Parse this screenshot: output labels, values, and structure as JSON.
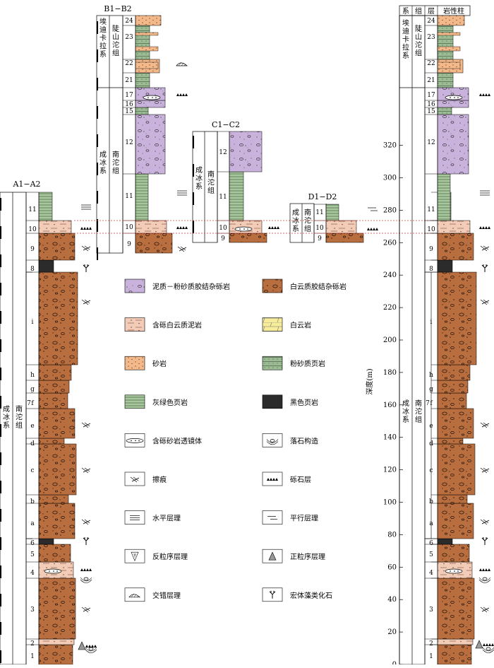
{
  "colors": {
    "dolomitic_conglomerate": "#b96e3f",
    "muddy_conglomerate": "#c9b3dc",
    "pebbly_marl": "#f3ccb8",
    "dolomite": "#f6ec9a",
    "sandstone": "#f4b98a",
    "silty_shale": "#9cbc94",
    "greygreen_shale": "#a7c79c",
    "black_shale": "#2b2b2b"
  },
  "sections": {
    "a": {
      "title": "A1−A2",
      "system": "成冰系",
      "formation": "南沱组",
      "bed_7": "7",
      "beds": [
        "1",
        "2",
        "3",
        "4",
        "5",
        "6",
        "a",
        "b",
        "c",
        "d",
        "e",
        "f",
        "g",
        "h",
        "i",
        "8",
        "9",
        "10",
        "11"
      ]
    },
    "b": {
      "title": "B1−B2",
      "system_upper": "埃迪卡拉系",
      "formation_upper": "陡山沱组",
      "system_lower": "成冰系",
      "formation_lower": "南沱组",
      "beds": [
        "9",
        "10",
        "11",
        "12",
        "15",
        "16",
        "17",
        "21",
        "22",
        "23",
        "24"
      ]
    },
    "c": {
      "title": "C1−C2",
      "system": "成冰系",
      "formation": "南沱组",
      "beds": [
        "9",
        "10",
        "11",
        "12"
      ]
    },
    "d": {
      "title": "D1−D2",
      "system": "成冰系",
      "formation": "南沱组",
      "beds": [
        "9",
        "10",
        "11"
      ]
    },
    "r": {
      "header_system": "系",
      "header_formation": "组",
      "header_bed": "层",
      "header_column": "岩性柱",
      "axis_label": "深度(m)",
      "system_upper": "埃迪卡拉系",
      "formation_upper": "陡山沱组",
      "system_lower": "成冰系",
      "formation_lower": "南沱组",
      "bed_7": "7",
      "ticks": [
        "0",
        "20",
        "40",
        "60",
        "80",
        "100",
        "120",
        "140",
        "160",
        "180",
        "200",
        "220",
        "240",
        "260",
        "280",
        "300",
        "320"
      ],
      "beds": [
        "1",
        "2",
        "3",
        "4",
        "5",
        "6",
        "a",
        "b",
        "c",
        "d",
        "e",
        "f",
        "g",
        "h",
        "i",
        "8",
        "9",
        "10",
        "11",
        "12",
        "15",
        "16",
        "17",
        "21",
        "22",
        "23",
        "24"
      ]
    }
  },
  "legend": [
    {
      "label": "泥质－粉砂质胶结杂砾岩",
      "icon": "muddy-conglomerate-swatch"
    },
    {
      "label": "白云质胶结杂砾岩",
      "icon": "dolomitic-conglomerate-swatch"
    },
    {
      "label": "含砾白云质泥岩",
      "icon": "pebbly-marl-swatch"
    },
    {
      "label": "白云岩",
      "icon": "dolomite-swatch"
    },
    {
      "label": "砂岩",
      "icon": "sandstone-swatch"
    },
    {
      "label": "粉砂质页岩",
      "icon": "silty-shale-swatch"
    },
    {
      "label": "灰绿色页岩",
      "icon": "greygreen-shale-swatch"
    },
    {
      "label": "黑色页岩",
      "icon": "black-shale-swatch"
    },
    {
      "label": "含砾砂岩透镜体",
      "icon": "pebbly-sandstone-lens-icon"
    },
    {
      "label": "落石构造",
      "icon": "dropstone-icon"
    },
    {
      "label": "擦痕",
      "icon": "striation-icon"
    },
    {
      "label": "砾石层",
      "icon": "gravel-layer-icon"
    },
    {
      "label": "水平层理",
      "icon": "horizontal-bedding-icon"
    },
    {
      "label": "平行层理",
      "icon": "parallel-bedding-icon"
    },
    {
      "label": "反粒序层理",
      "icon": "reverse-grading-icon"
    },
    {
      "label": "正粒序层理",
      "icon": "normal-grading-icon"
    },
    {
      "label": "交错层理",
      "icon": "cross-bedding-icon"
    },
    {
      "label": "宏体藻类化石",
      "icon": "macroalgae-fossil-icon"
    }
  ]
}
